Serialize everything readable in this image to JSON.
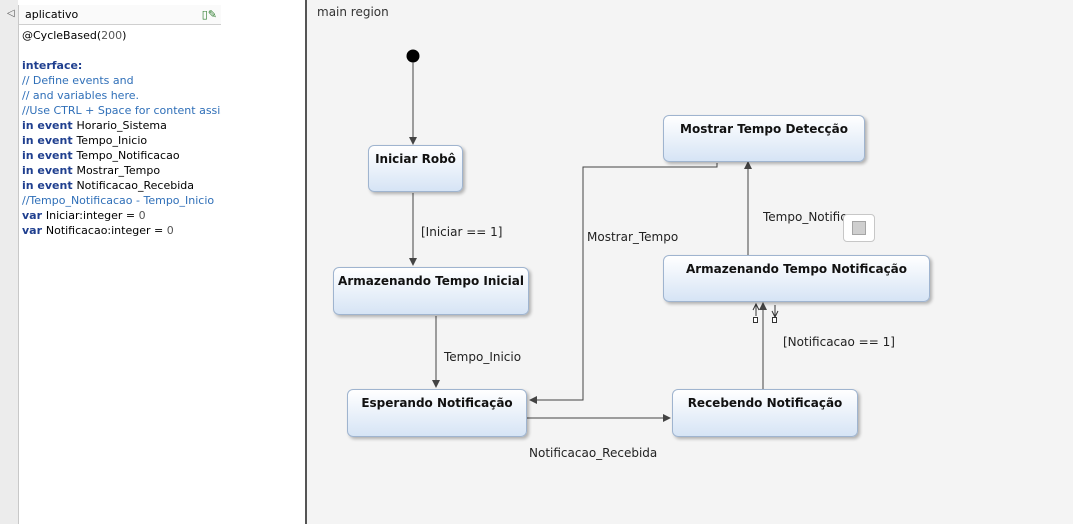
{
  "spec_panel": {
    "title": "aplicativo",
    "lines": [
      [
        {
          "t": "@CycleBased(",
          "c": ""
        },
        {
          "t": "200",
          "c": "num"
        },
        {
          "t": ")",
          "c": ""
        }
      ],
      [
        {
          "t": "",
          "c": ""
        }
      ],
      [
        {
          "t": "interface:",
          "c": "kw"
        }
      ],
      [
        {
          "t": "// Define events and",
          "c": "cm"
        }
      ],
      [
        {
          "t": "// and variables here.",
          "c": "cm"
        }
      ],
      [
        {
          "t": "//Use CTRL + Space for content assist",
          "c": "cm"
        }
      ],
      [
        {
          "t": "in event ",
          "c": "kw"
        },
        {
          "t": "Horario_Sistema",
          "c": ""
        }
      ],
      [
        {
          "t": "in event ",
          "c": "kw"
        },
        {
          "t": "Tempo_Inicio",
          "c": ""
        }
      ],
      [
        {
          "t": "in event ",
          "c": "kw"
        },
        {
          "t": "Tempo_Notificacao",
          "c": ""
        }
      ],
      [
        {
          "t": "in event ",
          "c": "kw"
        },
        {
          "t": "Mostrar_Tempo",
          "c": ""
        }
      ],
      [
        {
          "t": "in event ",
          "c": "kw"
        },
        {
          "t": "Notificacao_Recebida",
          "c": ""
        }
      ],
      [
        {
          "t": "//Tempo_Notificacao - Tempo_Inicio",
          "c": "cm"
        }
      ],
      [
        {
          "t": "var ",
          "c": "kw"
        },
        {
          "t": "Iniciar:integer = ",
          "c": ""
        },
        {
          "t": "0",
          "c": "num"
        }
      ],
      [
        {
          "t": "var ",
          "c": "kw"
        },
        {
          "t": "Notificacao:integer = ",
          "c": ""
        },
        {
          "t": "0",
          "c": "num"
        }
      ]
    ]
  },
  "diagram": {
    "region_label": "main region",
    "states": {
      "iniciar_robo": "Iniciar Robô",
      "armazenando_inicial": "Armazenando Tempo Inicial",
      "esperando": "Esperando Notificação",
      "recebendo": "Recebendo Notificação",
      "armazenando_notificacao": "Armazenando Tempo Notificação",
      "mostrar_tempo": "Mostrar Tempo Detecção"
    },
    "transitions": {
      "iniciar_guard": "[Iniciar == 1]",
      "tempo_inicio": "Tempo_Inicio",
      "notificacao_recebida": "Notificacao_Recebida",
      "notificacao_guard": "[Notificacao == 1]",
      "tempo_notificacao": "Tempo_Notificacao",
      "mostrar_tempo": "Mostrar_Tempo"
    }
  },
  "colors": {
    "keyword": "#1f3f8f",
    "comment": "#2f6fb8",
    "state_fill_bottom": "#d6e4f5"
  }
}
